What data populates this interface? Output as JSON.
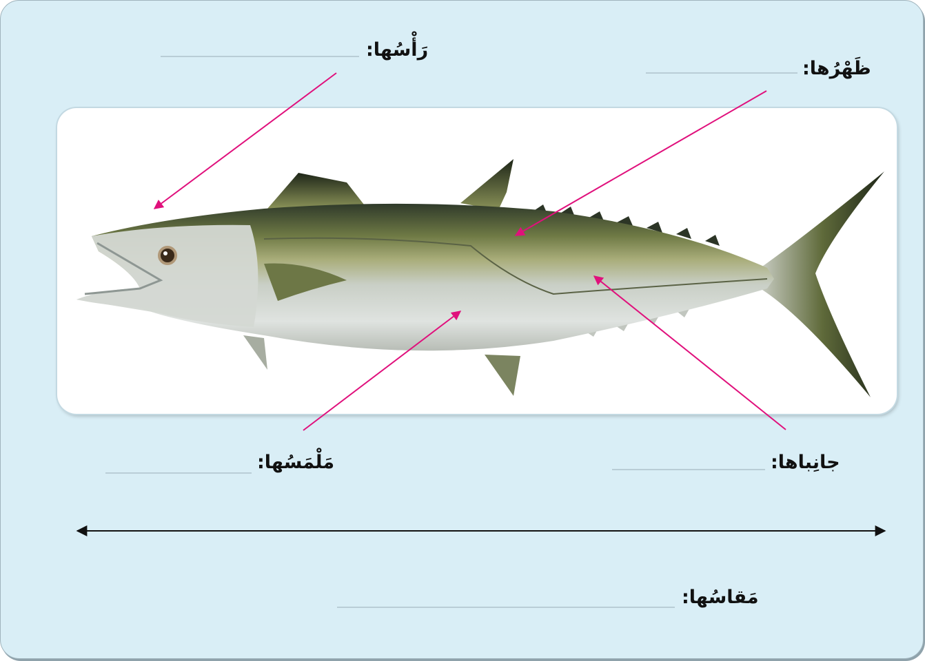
{
  "labels": {
    "head": "رَأْسُها:",
    "back": "ظَهْرُها:",
    "sides": "جانِباها:",
    "texture": "مَلْمَسُها:",
    "size": "مَقاسُها:"
  },
  "colors": {
    "background": "#d9eef6",
    "pointer_lines": "#e0107c",
    "measure_arrow": "#111111",
    "blank_line": "#b9cdd6"
  },
  "image": {
    "subject": "fish-photo"
  }
}
